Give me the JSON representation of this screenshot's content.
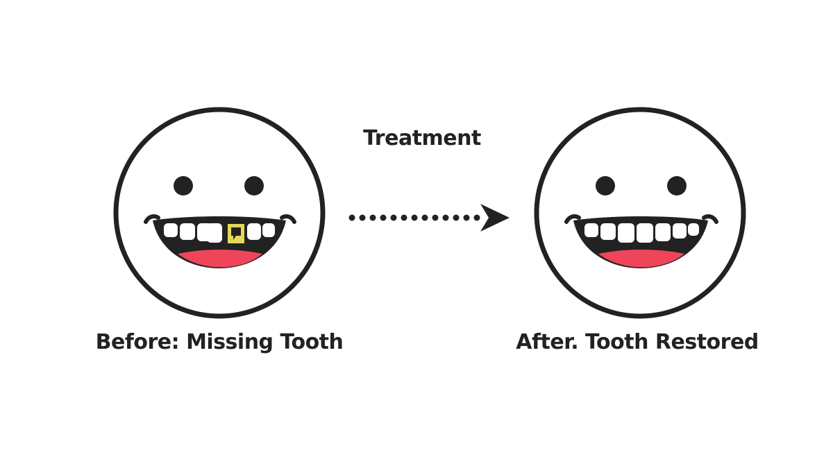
{
  "labels": {
    "before": "Before: Missing Tooth",
    "after": "After. Tooth Restored",
    "treatment": "Treatment"
  },
  "colors": {
    "outline": "#222222",
    "tongue": "#f0445a",
    "tooth": "#ffffff",
    "gap_highlight": "#e4d85a",
    "background": "#ffffff"
  },
  "icons": {
    "before_face": "smiling-face-missing-tooth-icon",
    "after_face": "smiling-face-full-teeth-icon",
    "arrow": "dotted-arrow-right-icon"
  }
}
